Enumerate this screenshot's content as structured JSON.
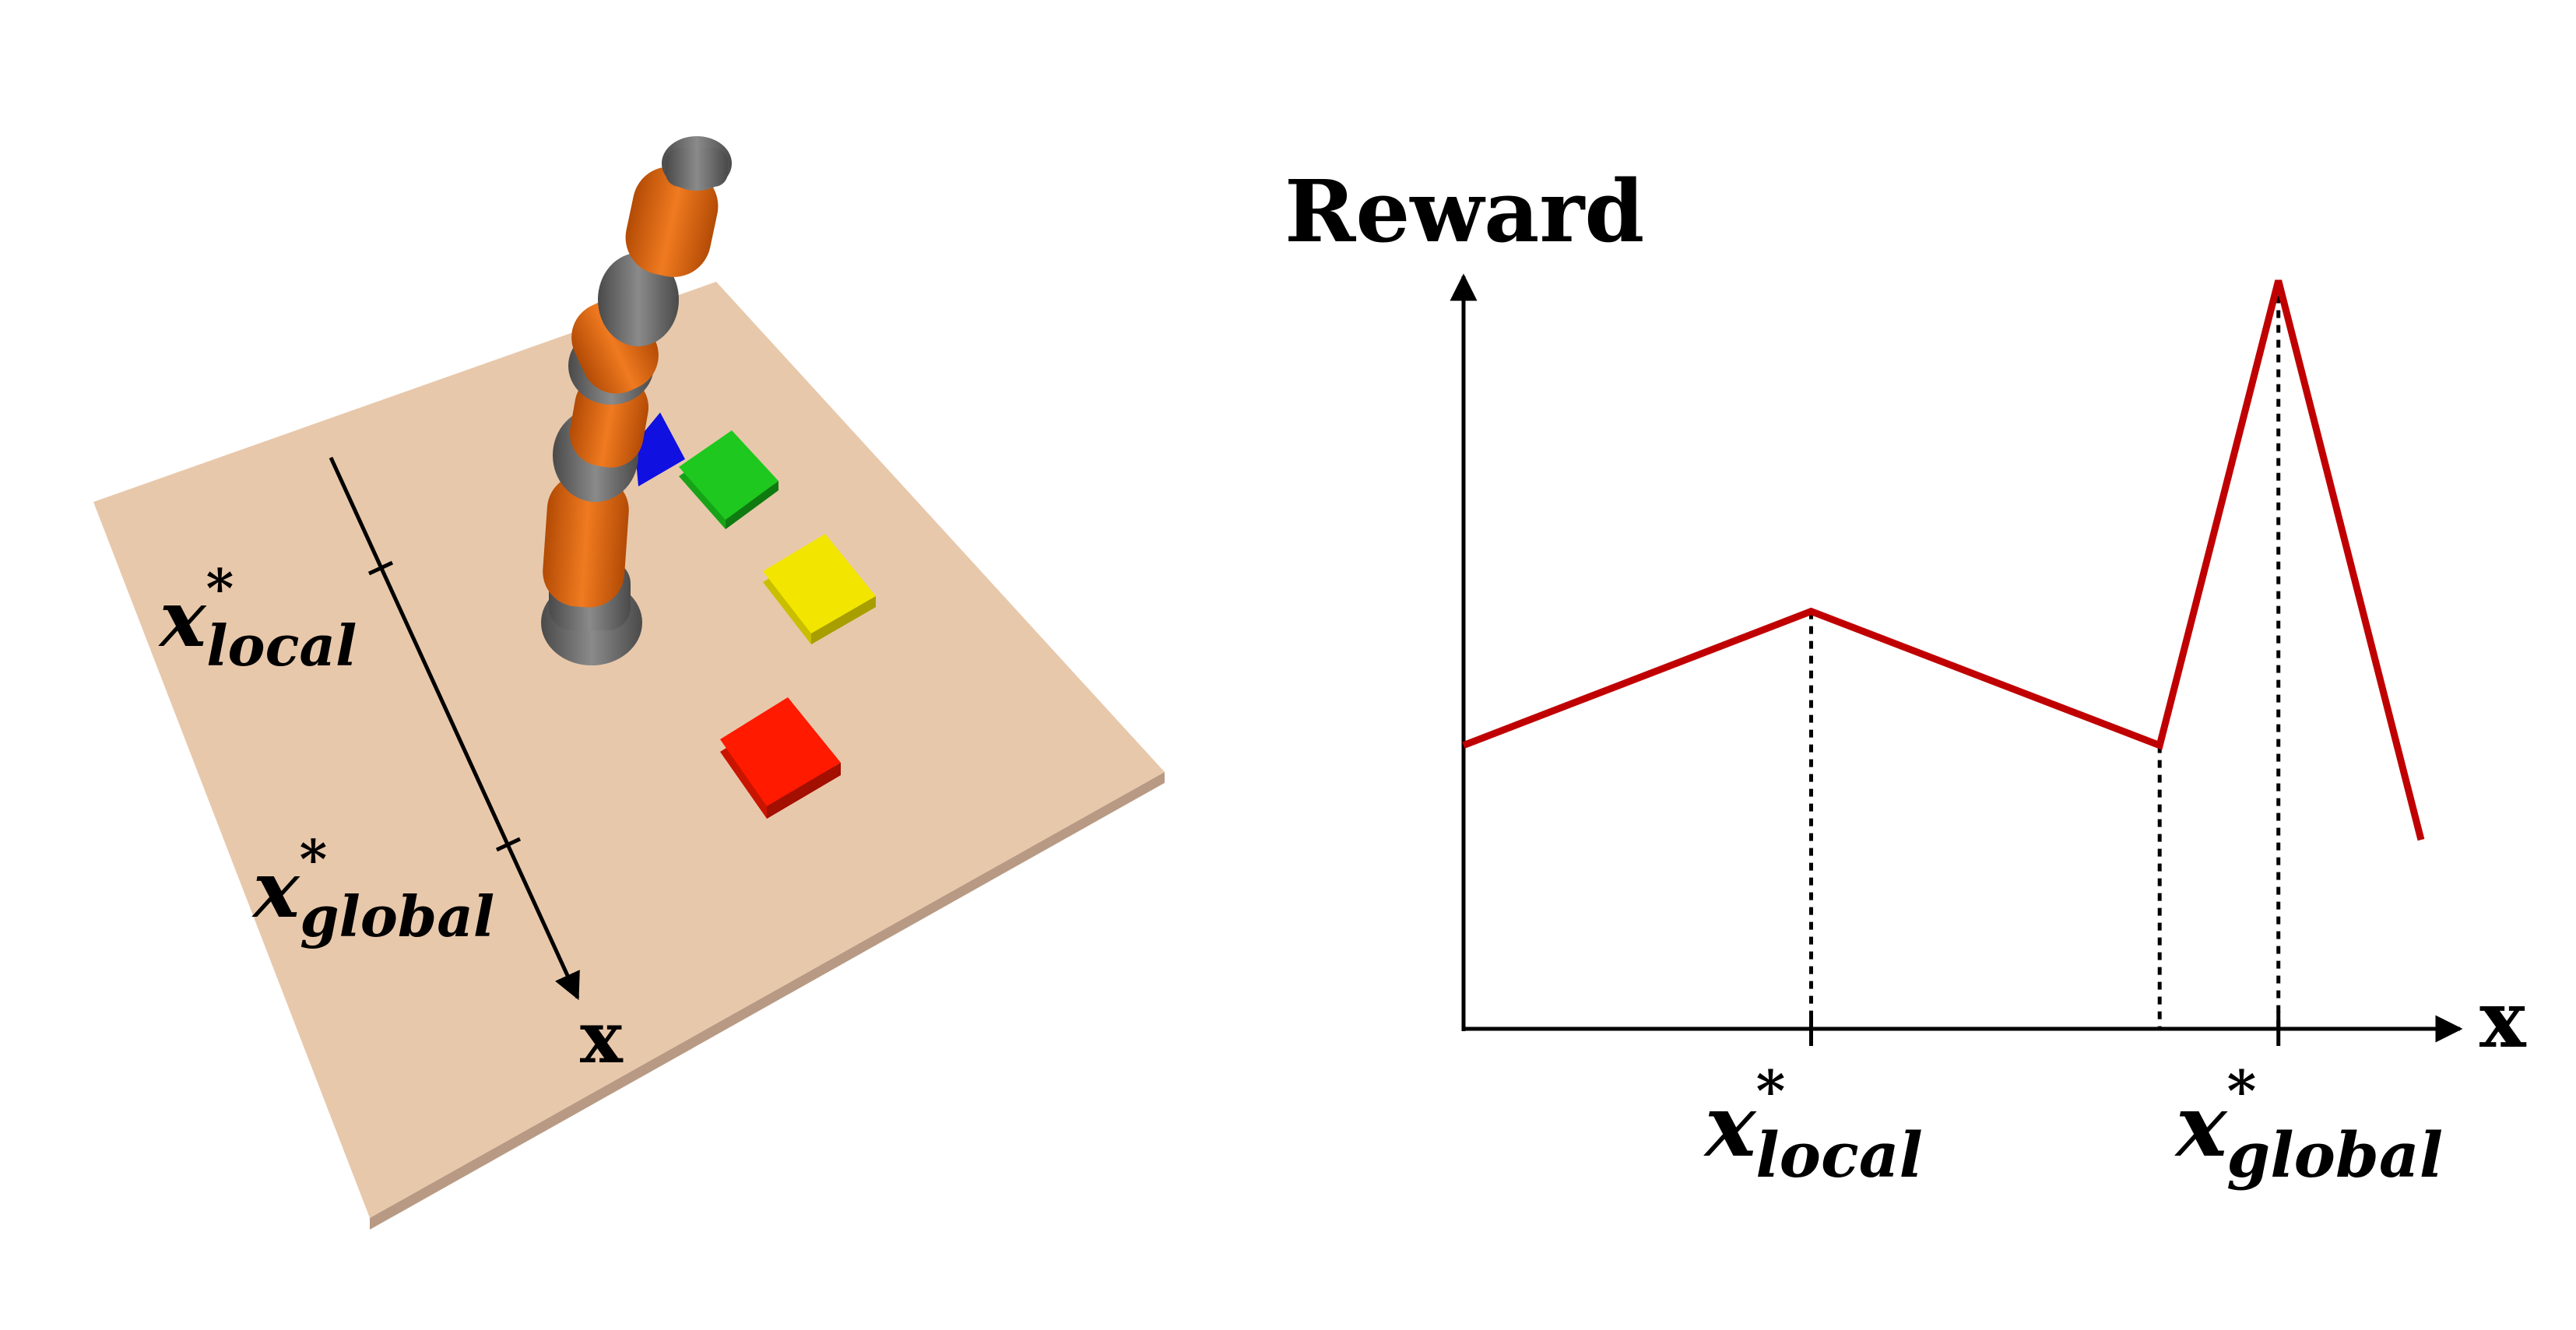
{
  "left_panel": {
    "axis_label": "x",
    "local_label": {
      "base": "x",
      "sup": "*",
      "sub": "local"
    },
    "global_label": {
      "base": "x",
      "sup": "*",
      "sub": "global"
    },
    "blocks": [
      {
        "name": "green-block",
        "color": "#1ec81e"
      },
      {
        "name": "yellow-block",
        "color": "#f2e600"
      },
      {
        "name": "red-block",
        "color": "#ff1a00"
      }
    ],
    "table_color": "#e8c8ab",
    "robot_colors": {
      "link": "#e6650f",
      "joint": "#6e6e6e",
      "gripper": "#1010e0"
    }
  },
  "chart": {
    "y_label": "Reward",
    "x_label": "x",
    "line_color": "#c00000",
    "local_label": {
      "base": "x",
      "sup": "*",
      "sub": "local"
    },
    "global_label": {
      "base": "x",
      "sup": "*",
      "sub": "global"
    }
  },
  "chart_data": {
    "type": "line",
    "title": "",
    "xlabel": "x",
    "ylabel": "Reward",
    "series": [
      {
        "x": [
          0,
          0.363,
          0.727,
          0.851,
          1.0
        ],
        "y": [
          0.36,
          0.53,
          0.36,
          0.95,
          0.24
        ]
      }
    ],
    "markers": [
      {
        "x": 0.363,
        "label": "x*local"
      },
      {
        "x": 0.851,
        "label": "x*global"
      }
    ],
    "xlim": [
      0,
      1.0
    ],
    "ylim": [
      0,
      1.0
    ],
    "grid": false
  }
}
